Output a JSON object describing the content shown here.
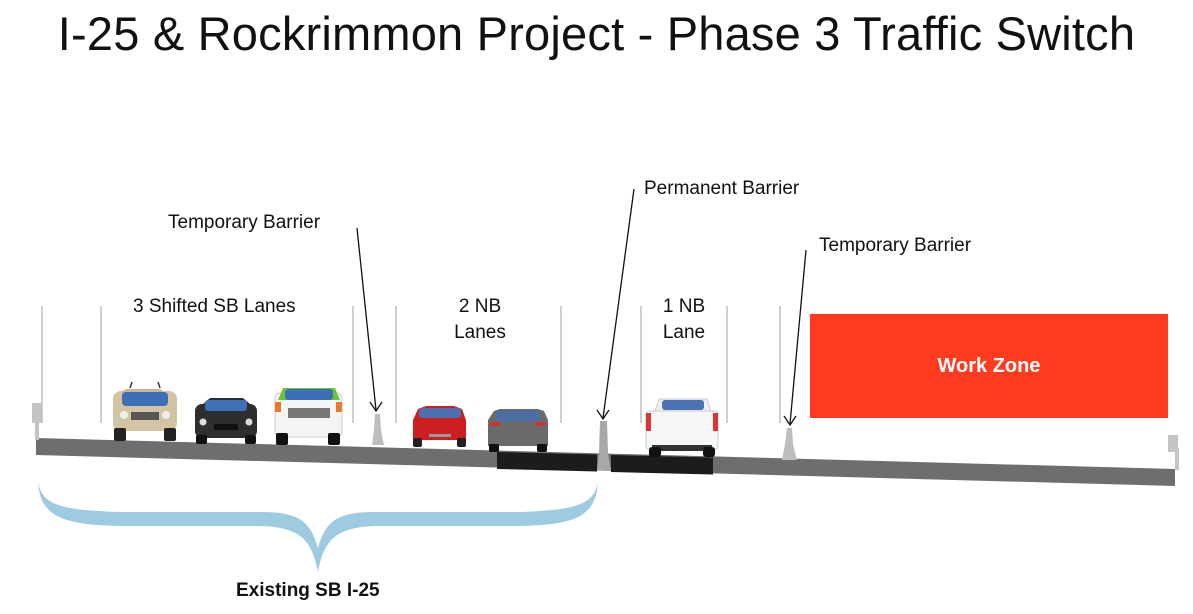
{
  "title": "I-25 & Rockrimmon Project - Phase 3 Traffic Switch",
  "lane_groups": [
    {
      "label": "3 Shifted SB Lanes",
      "vehicles": [
        "tan-suv",
        "black-sedan",
        "green-white-pickup"
      ]
    },
    {
      "label_line1": "2 NB",
      "label_line2": "Lanes",
      "vehicles": [
        "red-hatchback",
        "gray-sedan"
      ]
    },
    {
      "label_line1": "1 NB",
      "label_line2": "Lane",
      "vehicles": [
        "white-pickup"
      ]
    }
  ],
  "callouts": {
    "temporary_barrier_left": "Temporary Barrier",
    "permanent_barrier": "Permanent Barrier",
    "temporary_barrier_right": "Temporary Barrier"
  },
  "work_zone": {
    "label": "Work Zone",
    "color": "#ff3b1f"
  },
  "brace": {
    "label": "Existing SB I-25",
    "color": "#9ecbe0"
  },
  "colors": {
    "road": "#6e6e6e",
    "new_pavement": "#1c1c1c",
    "barrier": "#bdbdbd",
    "lane_divider": "#b0b0b0"
  }
}
